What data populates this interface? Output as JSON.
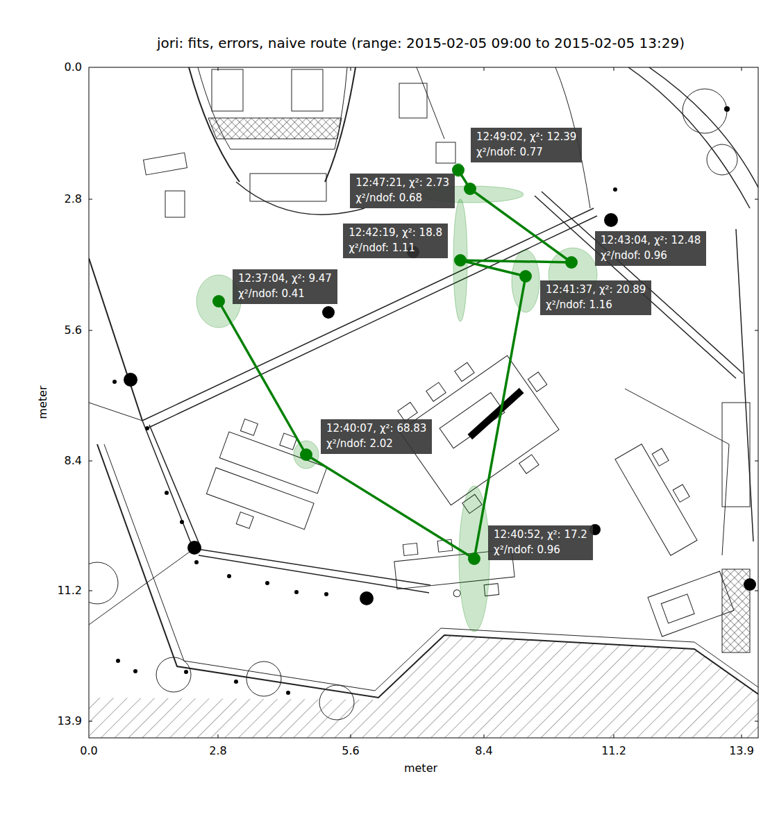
{
  "diagram": {
    "title": "jori: fits, errors, naive route (range: 2015-02-05 09:00 to 2015-02-05 13:29)",
    "nodes": [
      {
        "text": [
          "12:37:04, χ²: 9.47",
          "χ²/ndof: 0.41"
        ]
      },
      {
        "text": [
          "12:40:07, χ²: 68.83",
          "χ²/ndof: 2.02"
        ]
      },
      {
        "text": [
          "12:40:52, χ²: 17.2",
          "χ²/ndof: 0.96"
        ]
      },
      {
        "text": [
          "12:41:37, χ²: 20.89",
          "χ²/ndof: 1.16"
        ]
      },
      {
        "text": [
          "12:42:19, χ²: 18.8",
          "χ²/ndof: 1.11"
        ]
      },
      {
        "text": [
          "12:43:04, χ²: 12.48",
          "χ²/ndof: 0.96"
        ]
      },
      {
        "text": [
          "12:47:21, χ²: 2.73",
          "χ²/ndof: 0.68"
        ]
      },
      {
        "text": [
          "12:49:02, χ²: 12.39",
          "χ²/ndof: 0.77"
        ]
      }
    ],
    "edges": [
      {
        "from": 0,
        "to": 1,
        "arrow": "none"
      },
      {
        "from": 1,
        "to": 2,
        "arrow": "none"
      },
      {
        "from": 2,
        "to": 3,
        "arrow": "none"
      },
      {
        "from": 3,
        "to": 4,
        "arrow": "none"
      },
      {
        "from": 4,
        "to": 5,
        "arrow": "none"
      },
      {
        "from": 5,
        "to": 6,
        "arrow": "none"
      },
      {
        "from": 6,
        "to": 7,
        "arrow": "none"
      }
    ],
    "labels": [
      "0.0",
      "2.8",
      "5.6",
      "8.4",
      "11.2",
      "13.9",
      "0.0",
      "2.8",
      "5.6",
      "8.4",
      "11.2",
      "13.9",
      "meter",
      "meter"
    ]
  }
}
